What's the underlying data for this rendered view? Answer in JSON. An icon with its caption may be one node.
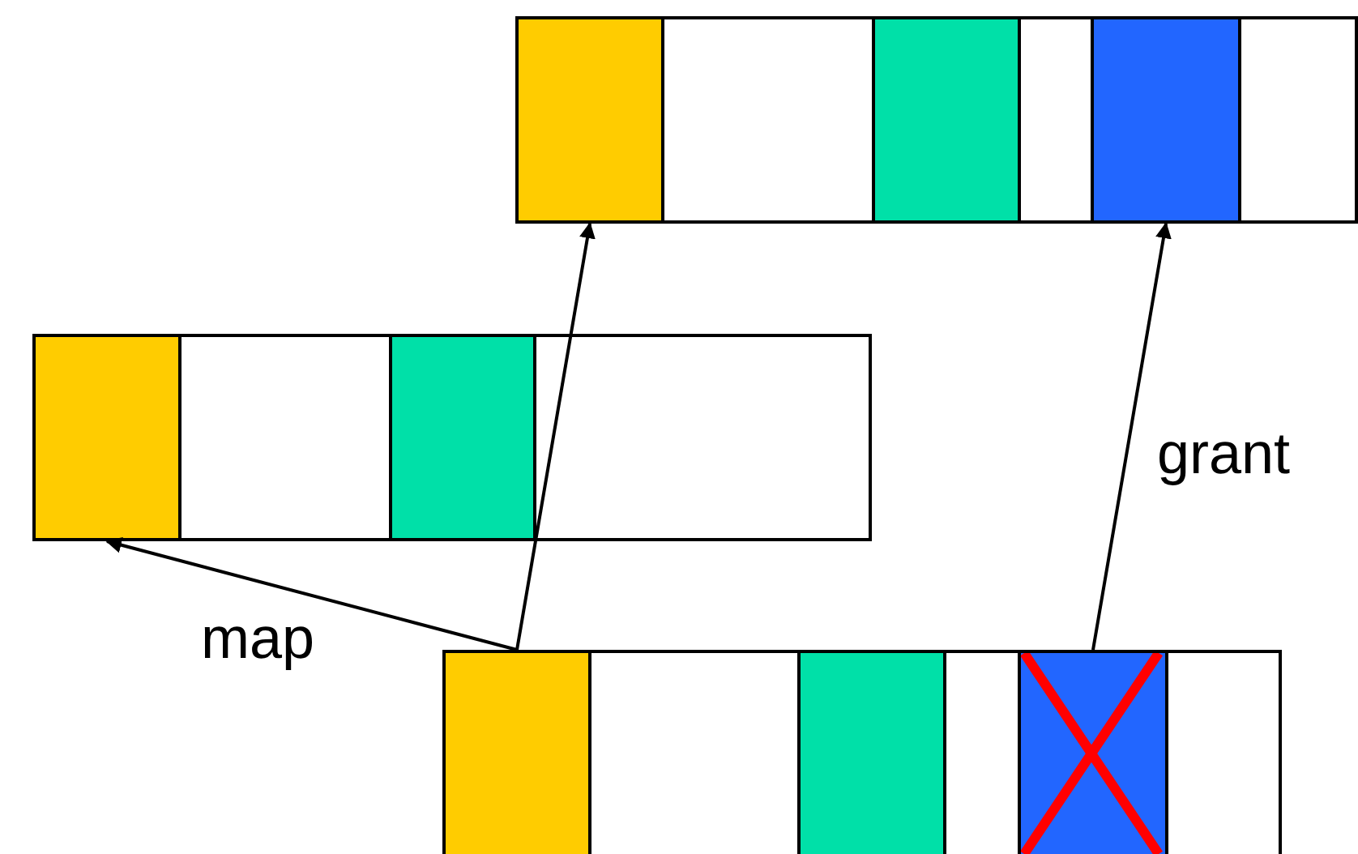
{
  "diagram": {
    "nodes": [
      {
        "text": [],
        "shape": "bar"
      },
      {
        "text": [],
        "shape": "box",
        "in": 0
      },
      {
        "text": [],
        "shape": "box",
        "in": 0
      },
      {
        "text": [],
        "shape": "box",
        "in": 0
      },
      {
        "text": [],
        "shape": "bar"
      },
      {
        "text": [],
        "shape": "box",
        "in": 4
      },
      {
        "text": [],
        "shape": "box",
        "in": 4
      },
      {
        "text": [],
        "shape": "bar"
      },
      {
        "text": [],
        "shape": "box",
        "in": 7
      },
      {
        "text": [],
        "shape": "box",
        "in": 7
      },
      {
        "text": [],
        "shape": "box",
        "in": 7
      }
    ],
    "edges": [
      {
        "from": 8,
        "to": 5,
        "arrow": "to",
        "label": "map"
      },
      {
        "from": 8,
        "to": 1,
        "arrow": "to"
      },
      {
        "from": 10,
        "to": 3,
        "arrow": "to",
        "label": "grant"
      }
    ]
  }
}
